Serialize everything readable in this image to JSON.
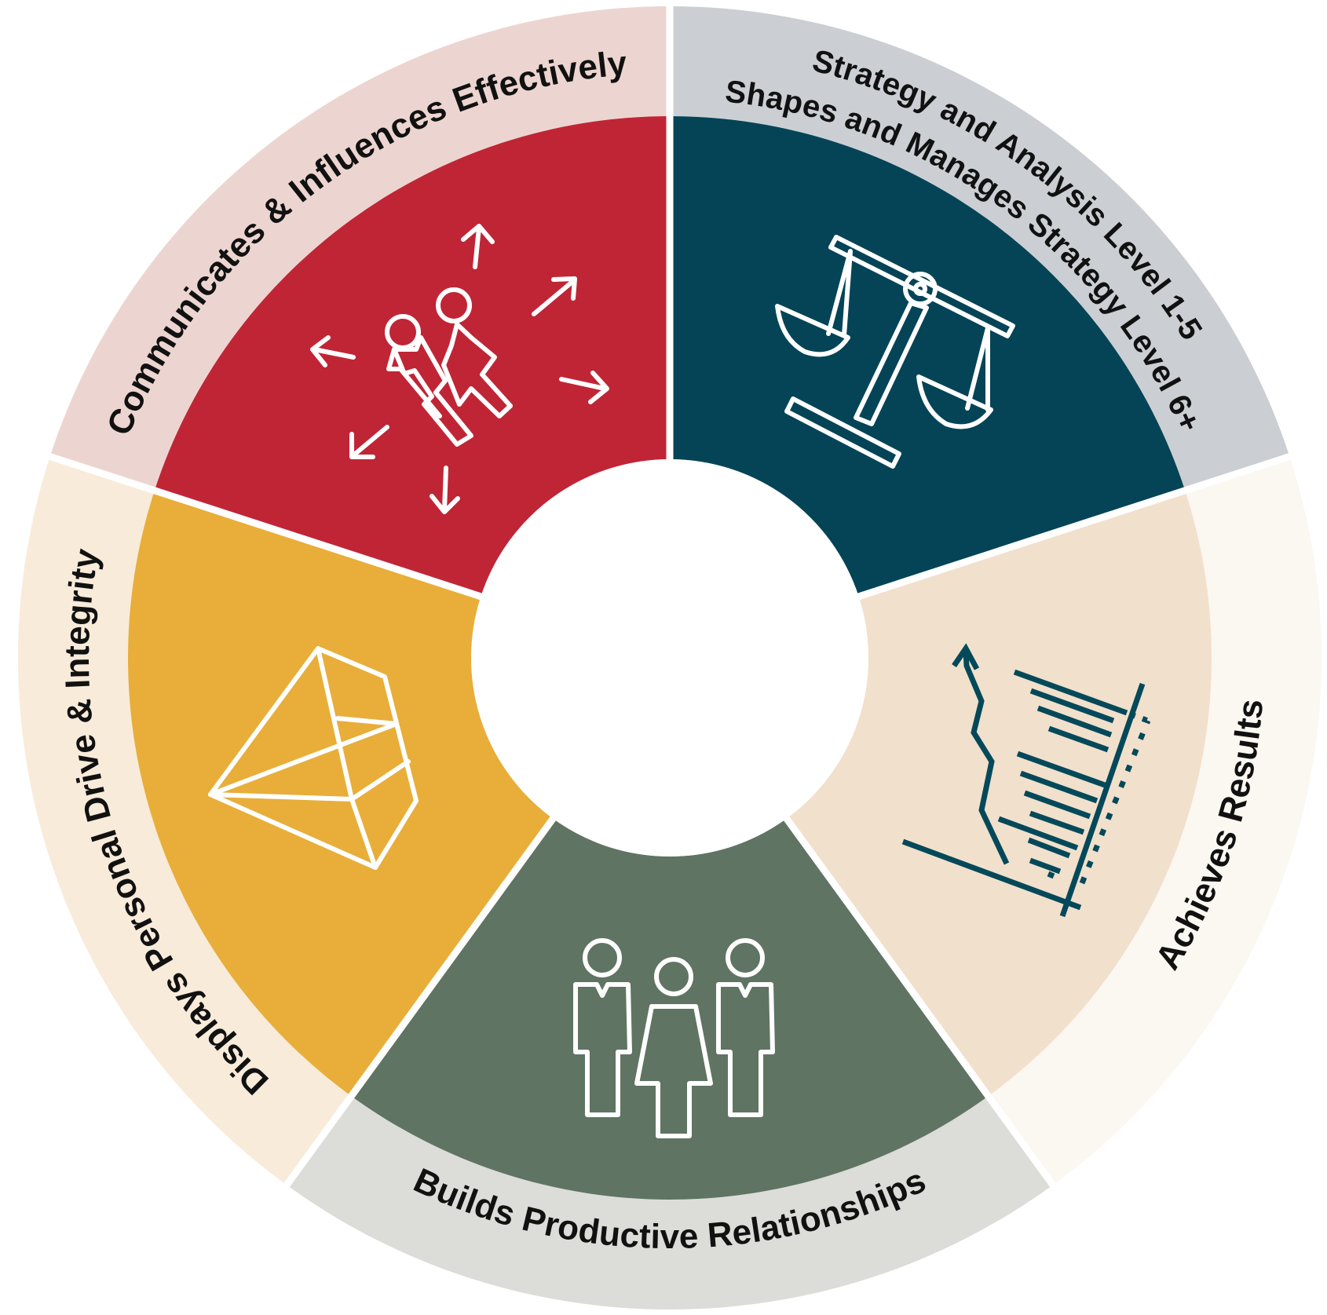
{
  "segments": [
    {
      "id": "communicates",
      "lines": [
        "Communicates & Influences Effectively"
      ],
      "inner_color": "#c02536",
      "outer_color": "#ecd5d0",
      "icon": "people-broadcast-icon"
    },
    {
      "id": "strategy",
      "lines": [
        "Strategy and Analysis Level 1-5",
        "Shapes and Manages Strategy Level 6+"
      ],
      "inner_color": "#044456",
      "outer_color": "#cbcfd3",
      "icon": "balance-scale-icon"
    },
    {
      "id": "achieves",
      "lines": [
        "Achieves Results"
      ],
      "inner_color": "#f1e0cc",
      "outer_color": "#fbf7f1",
      "icon": "bar-chart-trend-icon"
    },
    {
      "id": "relationships",
      "lines": [
        "Builds Productive Relationships"
      ],
      "inner_color": "#5f7462",
      "outer_color": "#dcdcd8",
      "icon": "group-of-people-icon"
    },
    {
      "id": "drive",
      "lines": [
        "Displays Personal Drive & Integrity"
      ],
      "inner_color": "#e8ae39",
      "outer_color": "#f8ebda",
      "icon": "diamond-icon"
    }
  ],
  "center_color": "#ffffff",
  "separator_color": "#ffffff"
}
